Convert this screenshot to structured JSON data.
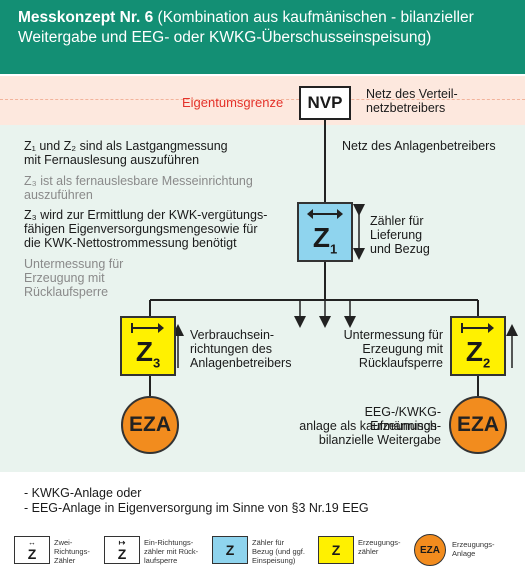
{
  "header": {
    "title_bold": "Messkonzept Nr. 6",
    "title_line1": " (Kombination aus kaufmänischen - bilanzieller",
    "title_line2": "Weitergabe und EEG- oder KWKG-Überschusseinspeisung)",
    "bg_color": "#138f74"
  },
  "grid": {
    "boundary_label": "Eigentumsgrenze",
    "nvp_label": "NVP",
    "grid_operator_line1": "Netz des Verteil-",
    "grid_operator_line2": "netzbetreibers",
    "plant_operator": "Netz des Anlagenbetreibers"
  },
  "notes": {
    "note1_line1": "Z₁ und Z₂ sind als Lastgangmessung",
    "note1_line2": "mit Fernauslesung auszuführen",
    "note2_line1": "Z₃ ist als fernauslesbare Messeinrichtung",
    "note2_line2": "auszuführen",
    "note3_line1": "Z₃ wird zur Ermittlung der KWK-vergütungs-",
    "note3_line2": "fähigen Eigenversorgungsmengesowie für",
    "note3_line3": "die KWK-Nettostrommessung benötigt",
    "note4_line1": "Untermessung für",
    "note4_line2": "Erzeugung mit",
    "note4_line3": "Rücklaufsperre"
  },
  "meters": {
    "z1": {
      "letter": "Z",
      "sub": "1",
      "label1": "Zähler für",
      "label2": "Lieferung",
      "label3": "und Bezug",
      "color": "#8fd4ee"
    },
    "z3": {
      "letter": "Z",
      "sub": "3",
      "label1": "Verbrauchsein-",
      "label2": "richtungen des",
      "label3": "Anlagenbetreibers",
      "color": "#fff100"
    },
    "z2": {
      "letter": "Z",
      "sub": "2",
      "label1": "Untermessung für",
      "label2": "Erzeugung mit",
      "label3": "Rücklaufsperre",
      "color": "#fff100"
    }
  },
  "eza": {
    "label": "EZA",
    "color": "#f28c1e",
    "right_text1": "EEG-/KWKG-Erzeunungs-",
    "right_text2": "anlage als kaufmännisch-",
    "right_text3": "bilanzielle Weitergabe"
  },
  "footnotes": {
    "line1": "- KWKG-Anlage oder",
    "line2": "- EEG-Anlage in Eigenversorgung im Sinne von §3 Nr.19 EEG"
  },
  "legend": {
    "items": [
      {
        "symbol": "Z",
        "text1": "Zwei-",
        "text2": "Richtungs-",
        "text3": "Zähler"
      },
      {
        "symbol": "Z",
        "text1": "Ein-Richtungs-",
        "text2": "zähler mit Rück-",
        "text3": "laufsperre"
      },
      {
        "symbol": "Z",
        "text1": "Zähler für",
        "text2": "Bezug (und ggf.",
        "text3": "Einspeisung)"
      },
      {
        "symbol": "Z",
        "text1": "Erzeugungs-",
        "text2": "zähler",
        "text3": ""
      },
      {
        "symbol": "EZA",
        "text1": "Erzeugungs-",
        "text2": "Anlage",
        "text3": ""
      }
    ]
  }
}
